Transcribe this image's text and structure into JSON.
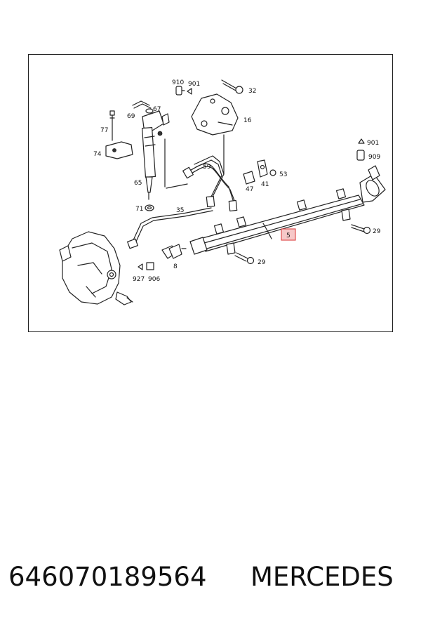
{
  "diagram": {
    "callouts": {
      "c910": "910",
      "c901a": "901",
      "c32": "32",
      "c69": "69",
      "c67": "67",
      "c16": "16",
      "c77": "77",
      "c74": "74",
      "c901b": "901",
      "c909": "909",
      "c59": "59",
      "c65": "65",
      "c53": "53",
      "c47": "47",
      "c41": "41",
      "c71": "71",
      "c35": "35",
      "c5": "5",
      "c29a": "29",
      "c29b": "29",
      "c8": "8",
      "c927": "927",
      "c906": "906"
    },
    "highlight_color": "#e05050"
  },
  "footer": {
    "part_number": "646070189564",
    "brand": "MERCEDES"
  }
}
